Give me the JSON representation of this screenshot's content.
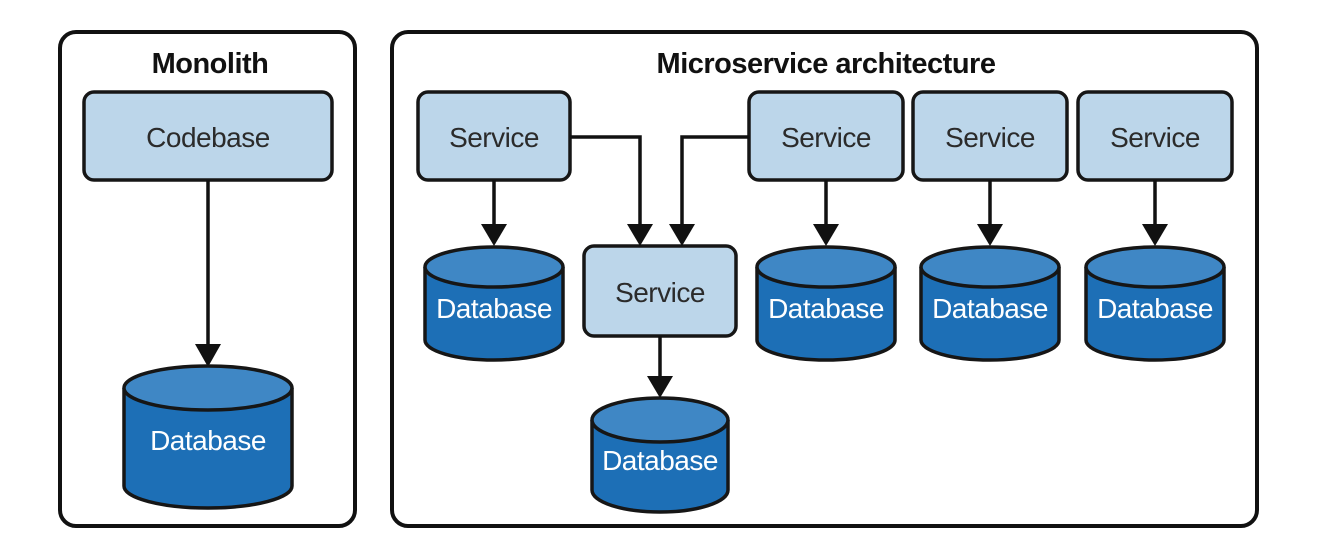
{
  "colors": {
    "panel_border": "#111111",
    "box_fill": "#bcd6ea",
    "box_border": "#161616",
    "box_text": "#2b2b2b",
    "cylinder_body": "#1d6fb6",
    "cylinder_top": "#3f87c5",
    "cylinder_text": "#ffffff",
    "arrow": "#111111",
    "title_text": "#111111",
    "page_bg": "#ffffff"
  },
  "monolith": {
    "title": "Monolith",
    "codebase_label": "Codebase",
    "database_label": "Database"
  },
  "microservices": {
    "title": "Microservice architecture",
    "services": [
      "Service",
      "Service",
      "Service",
      "Service",
      "Service"
    ],
    "databases": [
      "Database",
      "Database",
      "Database",
      "Database",
      "Database"
    ]
  }
}
